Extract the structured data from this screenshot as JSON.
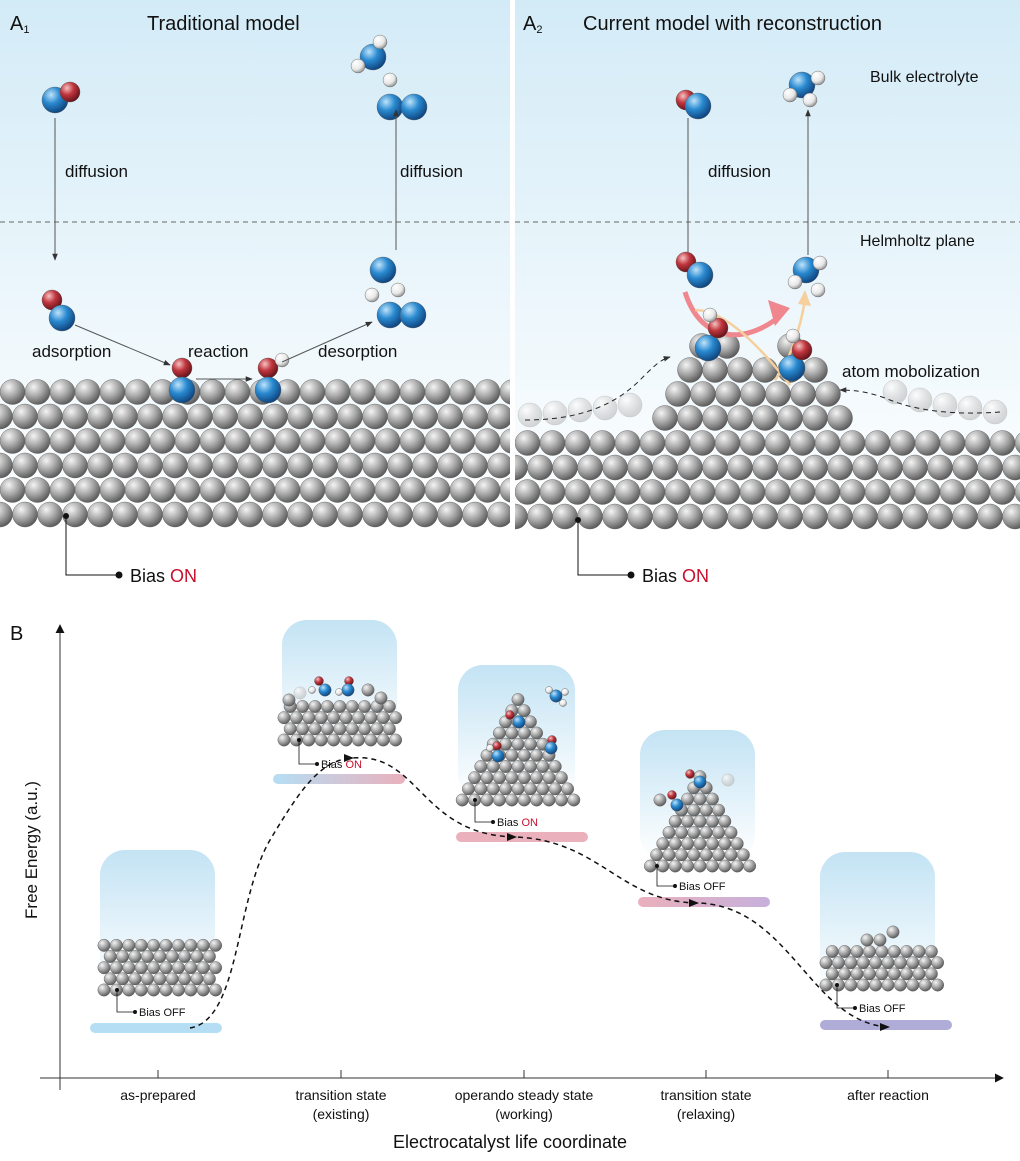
{
  "panel_a1": {
    "tag": "A",
    "tag_sub": "1",
    "title": "Traditional model",
    "labels": {
      "diffusion_down": "diffusion",
      "diffusion_up": "diffusion",
      "adsorption": "adsorption",
      "reaction": "reaction",
      "desorption": "desorption"
    },
    "bias": {
      "prefix": "Bias ",
      "state": "ON"
    }
  },
  "panel_a2": {
    "tag": "A",
    "tag_sub": "2",
    "title": "Current model with reconstruction",
    "labels": {
      "bulk": "Bulk electrolyte",
      "helmholtz": "Helmholtz plane",
      "diffusion": "diffusion",
      "mobilization": "atom mobolization"
    },
    "bias": {
      "prefix": "Bias ",
      "state": "ON"
    }
  },
  "panel_b": {
    "tag": "B",
    "ylabel": "Free Energy (a.u.)",
    "xlabel": "Electrocatalyst life coordinate",
    "states": [
      {
        "line1": "as-prepared",
        "line2": "",
        "bias_prefix": "Bias ",
        "bias_state": "OFF"
      },
      {
        "line1": "transition state",
        "line2": "(existing)",
        "bias_prefix": "Bias ",
        "bias_state": "ON"
      },
      {
        "line1": "operando steady state",
        "line2": "(working)",
        "bias_prefix": "Bias ",
        "bias_state": "ON"
      },
      {
        "line1": "transition state",
        "line2": "(relaxing)",
        "bias_prefix": "Bias ",
        "bias_state": "OFF"
      },
      {
        "line1": "after reaction",
        "line2": "",
        "bias_prefix": "Bias ",
        "bias_state": "OFF"
      }
    ]
  },
  "colors": {
    "on": "#c8102e",
    "electrolyte": "#d3ebf7",
    "metal_atom": "#9a9a9a",
    "blue_atom": "#2a8ad0",
    "red_atom": "#c0363e",
    "h_atom": "#f2f2f2"
  }
}
